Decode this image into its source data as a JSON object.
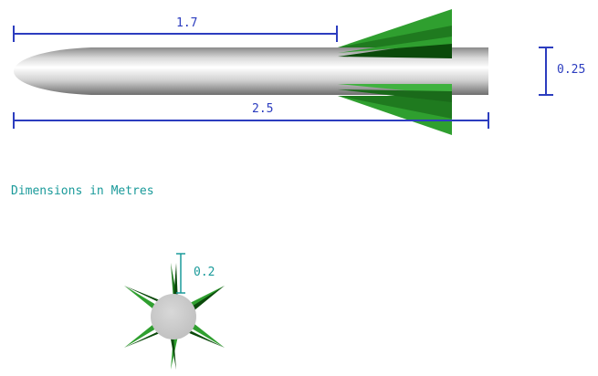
{
  "labels": {
    "body_to_fins": "1.7",
    "total_length": "2.5",
    "diameter": "0.25",
    "fin_span": "0.2",
    "caption": "Dimensions in Metres"
  },
  "colors": {
    "dimension_blue": "#2c3dbf",
    "caption_cyan": "#1a9a9a",
    "fin_green": "#2f9f2f",
    "fin_dark": "#0b4a0b",
    "body_gray": "#c8c8c8"
  }
}
